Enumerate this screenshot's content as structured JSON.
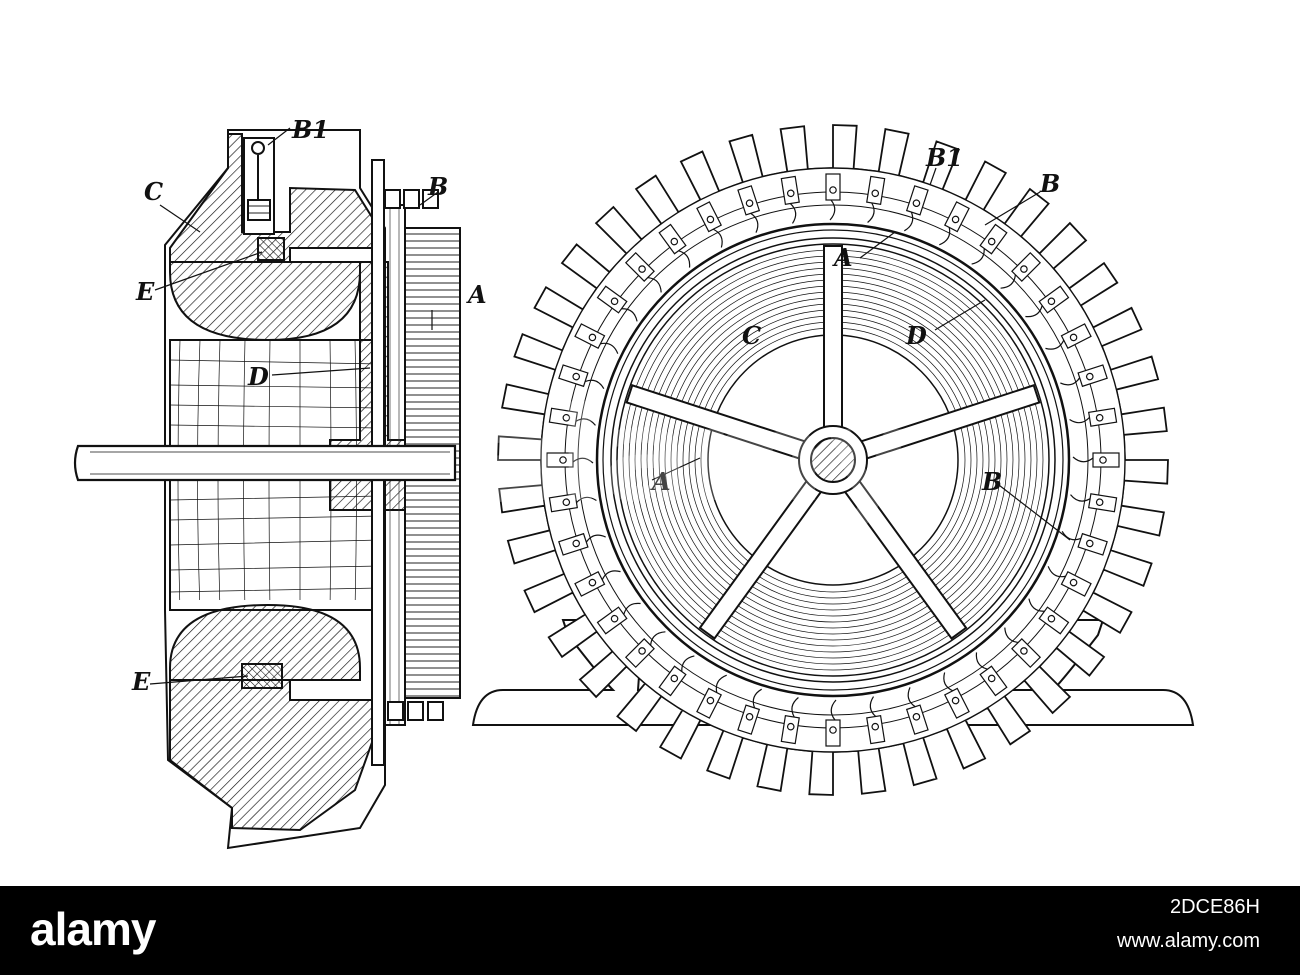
{
  "diagram": {
    "side_view_labels": {
      "b1": "B1",
      "b": "B",
      "c": "C",
      "e_top": "E",
      "e_bottom": "E",
      "a": "A",
      "d": "D"
    },
    "end_view_labels": {
      "b1": "B1",
      "b_top": "B",
      "a_top": "A",
      "c": "C",
      "d": "D",
      "a_inner": "A",
      "b_inner": "B"
    }
  },
  "watermark": {
    "text": "alamy"
  },
  "footer": {
    "logo": "alamy",
    "image_id": "2DCE86H",
    "url": "www.alamy.com"
  },
  "colors": {
    "ink": "#111111",
    "background": "#ffffff",
    "footer_bg": "#000000"
  }
}
